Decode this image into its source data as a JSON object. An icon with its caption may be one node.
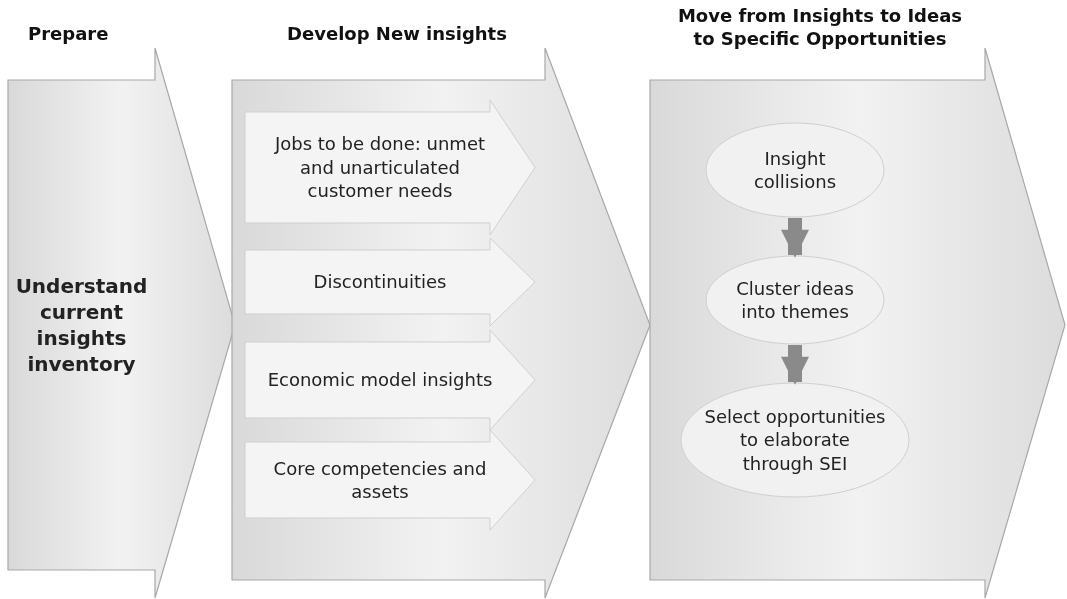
{
  "diagram": {
    "nodes": [
      {
        "text": [
          "Prepare",
          "Understand current insights inventory"
        ]
      },
      {
        "text": [
          "Develop New insights"
        ]
      },
      {
        "text": [
          "Jobs to be done: unmet and unarticulated customer needs"
        ],
        "in": 1
      },
      {
        "text": [
          "Discontinuities"
        ],
        "in": 1
      },
      {
        "text": [
          "Economic model insights"
        ],
        "in": 1
      },
      {
        "text": [
          "Core competencies and assets"
        ],
        "in": 1
      },
      {
        "text": [
          "Move from Insights to Ideas to Specific Opportunities"
        ]
      },
      {
        "text": [
          "Insight collisions"
        ],
        "in": 6
      },
      {
        "text": [
          "Cluster ideas into themes"
        ],
        "in": 6
      },
      {
        "text": [
          "Select opportunities to elaborate through SEI"
        ],
        "in": 6
      }
    ],
    "edges": [
      {
        "from": 7,
        "to": 8,
        "arrow": "to"
      },
      {
        "from": 8,
        "to": 9,
        "arrow": "to"
      }
    ]
  }
}
